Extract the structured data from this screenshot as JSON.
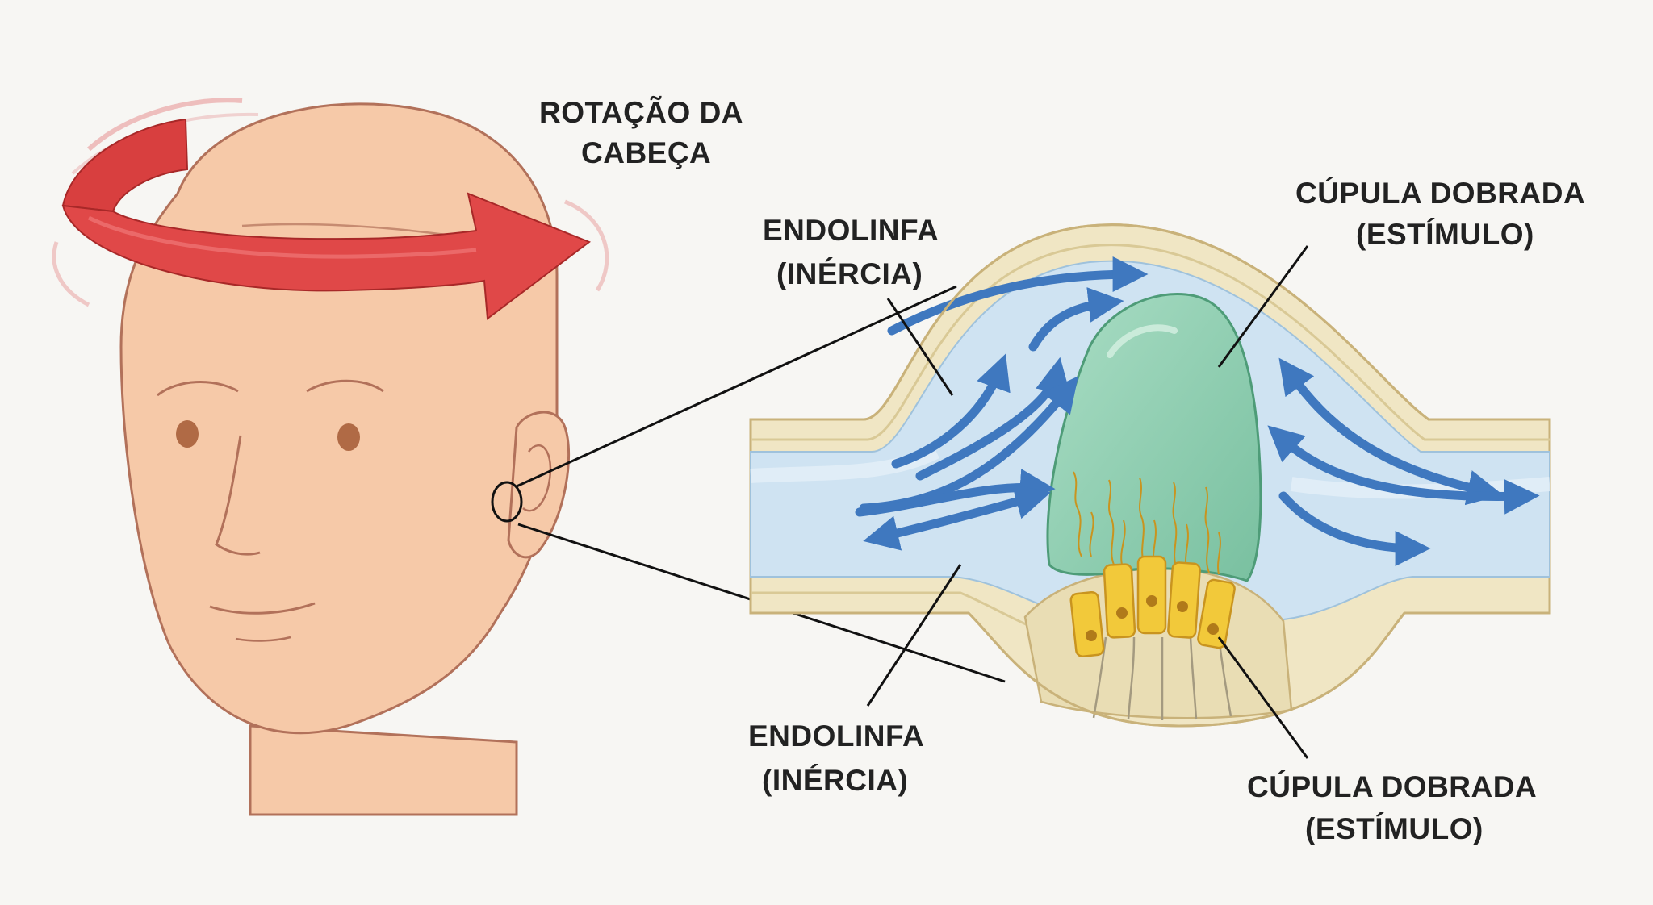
{
  "labels": {
    "rotation": [
      "ROTAÇÃO DA",
      "CABEÇA"
    ],
    "endolymph_top": [
      "ENDOLINFA",
      "(INÉRCIA)"
    ],
    "cupula_top": [
      "CÚPULA DOBRADA",
      "(ESTÍMULO)"
    ],
    "endolymph_bottom": [
      "ENDOLINFA",
      "(INÉRCIA)"
    ],
    "cupula_bottom": [
      "CÚPULA DOBRADA",
      "(ESTÍMULO)"
    ]
  },
  "colors": {
    "skin": "#f6c9a8",
    "skin_outline": "#b2715a",
    "rotation_arrow": "#e04848",
    "endolymph": "#cfe3f2",
    "flow_arrow": "#3f78bf",
    "canal_wall": "#f0e6c4",
    "cupula": "#8fcfb0",
    "hair_cell": "#f2c93a"
  }
}
